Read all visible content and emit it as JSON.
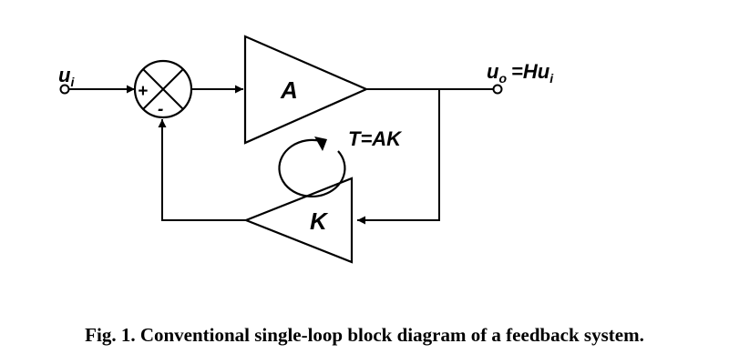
{
  "diagram": {
    "input_label": "u",
    "input_subscript": "i",
    "output_label": "u",
    "output_subscript": "o",
    "output_expression": "=Hu",
    "output_expression_subscript": "i",
    "summer_plus": "+",
    "summer_minus": "-",
    "forward_gain": "A",
    "feedback_gain": "K",
    "loop_gain": "T=AK"
  },
  "caption": "Fig. 1. Conventional single-loop block diagram of a feedback system.",
  "colors": {
    "stroke": "#000000",
    "background": "#ffffff"
  }
}
